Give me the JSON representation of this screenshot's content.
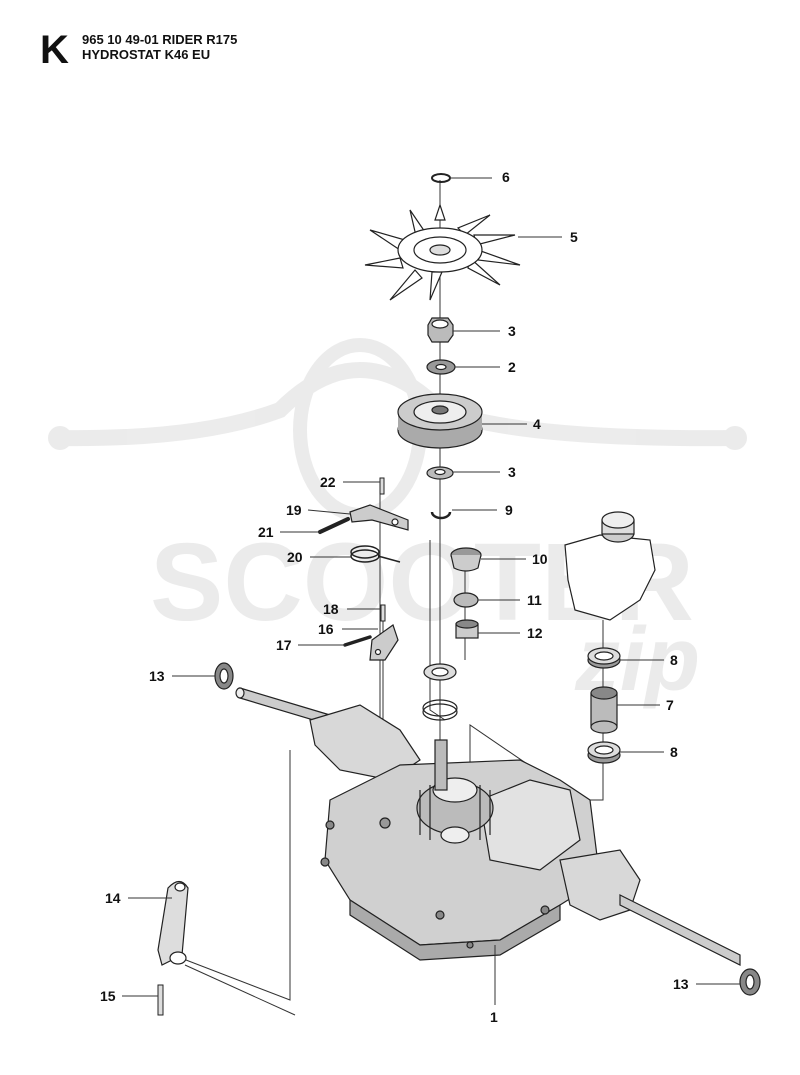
{
  "header": {
    "section_letter": "K",
    "title_line1": "965 10 49-01 RIDER R175",
    "title_line2": "HYDROSTAT K46 EU"
  },
  "watermark": {
    "text_main": "SCOOTER",
    "text_script": "zip"
  },
  "callouts": [
    {
      "id": "c6",
      "label": "6"
    },
    {
      "id": "c5",
      "label": "5"
    },
    {
      "id": "c3a",
      "label": "3"
    },
    {
      "id": "c2",
      "label": "2"
    },
    {
      "id": "c4",
      "label": "4"
    },
    {
      "id": "c3b",
      "label": "3"
    },
    {
      "id": "c22",
      "label": "22"
    },
    {
      "id": "c9",
      "label": "9"
    },
    {
      "id": "c19",
      "label": "19"
    },
    {
      "id": "c21",
      "label": "21"
    },
    {
      "id": "c10",
      "label": "10"
    },
    {
      "id": "c20",
      "label": "20"
    },
    {
      "id": "c11",
      "label": "11"
    },
    {
      "id": "c18",
      "label": "18"
    },
    {
      "id": "c16",
      "label": "16"
    },
    {
      "id": "c12",
      "label": "12"
    },
    {
      "id": "c17",
      "label": "17"
    },
    {
      "id": "c8a",
      "label": "8"
    },
    {
      "id": "c13a",
      "label": "13"
    },
    {
      "id": "c7",
      "label": "7"
    },
    {
      "id": "c8b",
      "label": "8"
    },
    {
      "id": "c14",
      "label": "14"
    },
    {
      "id": "c15",
      "label": "15"
    },
    {
      "id": "c1",
      "label": "1"
    },
    {
      "id": "c13b",
      "label": "13"
    }
  ]
}
